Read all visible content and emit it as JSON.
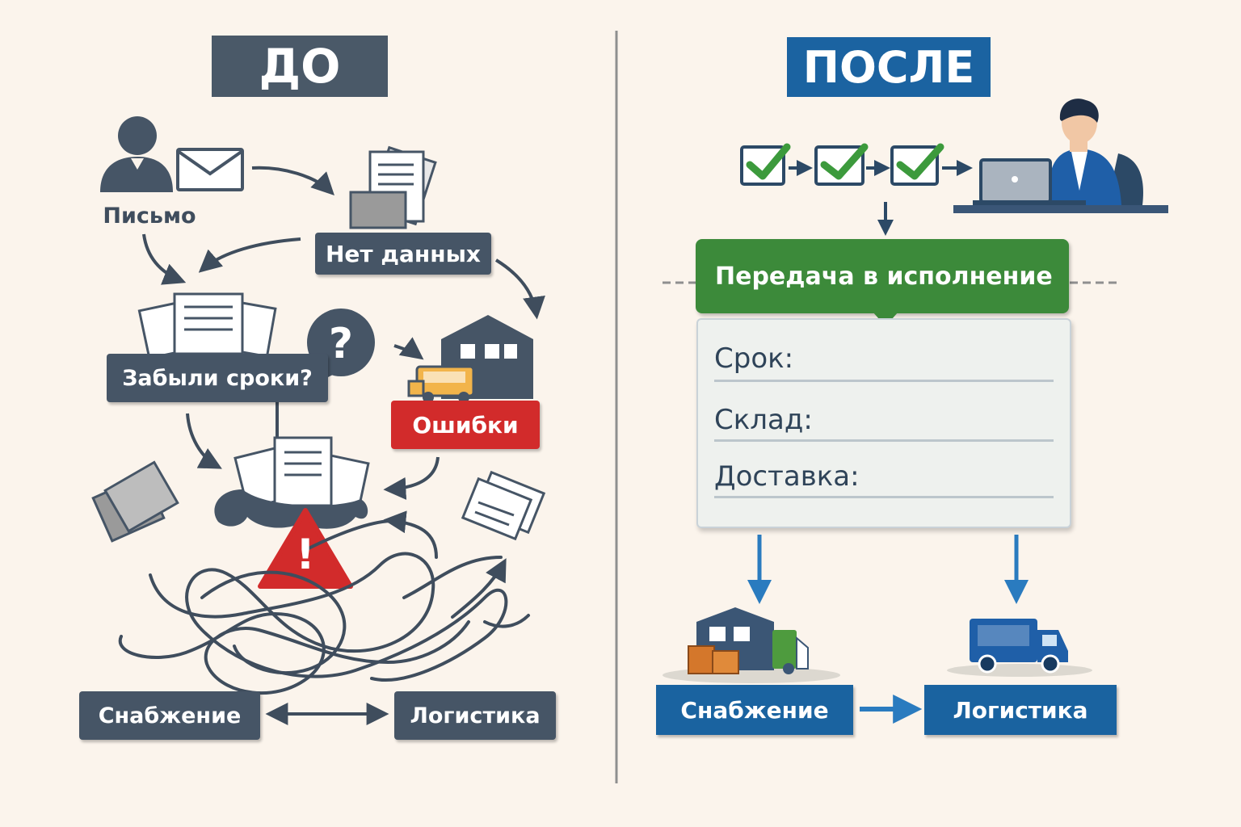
{
  "before": {
    "title": "ДО",
    "letter_label": "Письмо",
    "no_data_label": "Нет данных",
    "forgot_label": "Забыли сроки?",
    "errors_label": "Ошибки",
    "question_glyph": "?",
    "warning_glyph": "!",
    "supply_label": "Снабжение",
    "logistics_label": "Логистика"
  },
  "after": {
    "title": "ПОСЛЕ",
    "handover_label": "Передача в исполнение",
    "form_fields": [
      "Срок:",
      "Склад:",
      "Доставка:"
    ],
    "supply_label": "Снабжение",
    "logistics_label": "Логистика"
  },
  "icons": {
    "person": "person-icon",
    "envelope": "envelope-icon",
    "documents": "documents-icon",
    "warehouse": "warehouse-icon",
    "truck": "truck-icon",
    "warning": "warning-icon",
    "checkbox": "checkbox-check-icon",
    "laptop_user": "laptop-user-icon"
  },
  "colors": {
    "background": "#fbf4ec",
    "dark_slate": "#465566",
    "error_red": "#d22b2b",
    "accent_blue": "#1a63a0",
    "success_green": "#3c8a3a"
  }
}
